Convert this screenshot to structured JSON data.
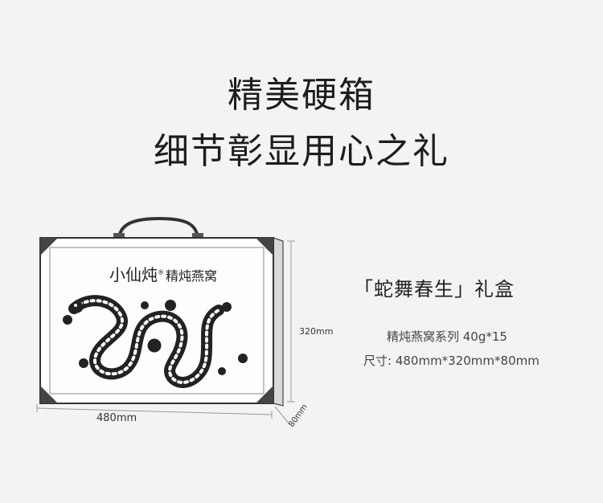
{
  "headline": {
    "line1": "精美硬箱",
    "line2": "细节彰显用心之礼"
  },
  "box": {
    "brand": "小仙炖",
    "brand_mark": "®",
    "brand_sub": "精炖燕窝"
  },
  "dimensions": {
    "width_label": "480mm",
    "height_label": "320mm",
    "depth_label": "80mm"
  },
  "product": {
    "title": "「蛇舞春生」礼盒",
    "spec": "精炖燕窝系列 40g*15",
    "size": "尺寸: 480mm*320mm*80mm"
  },
  "colors": {
    "background": "#f3f3f3",
    "ink": "#1d1d1d"
  }
}
